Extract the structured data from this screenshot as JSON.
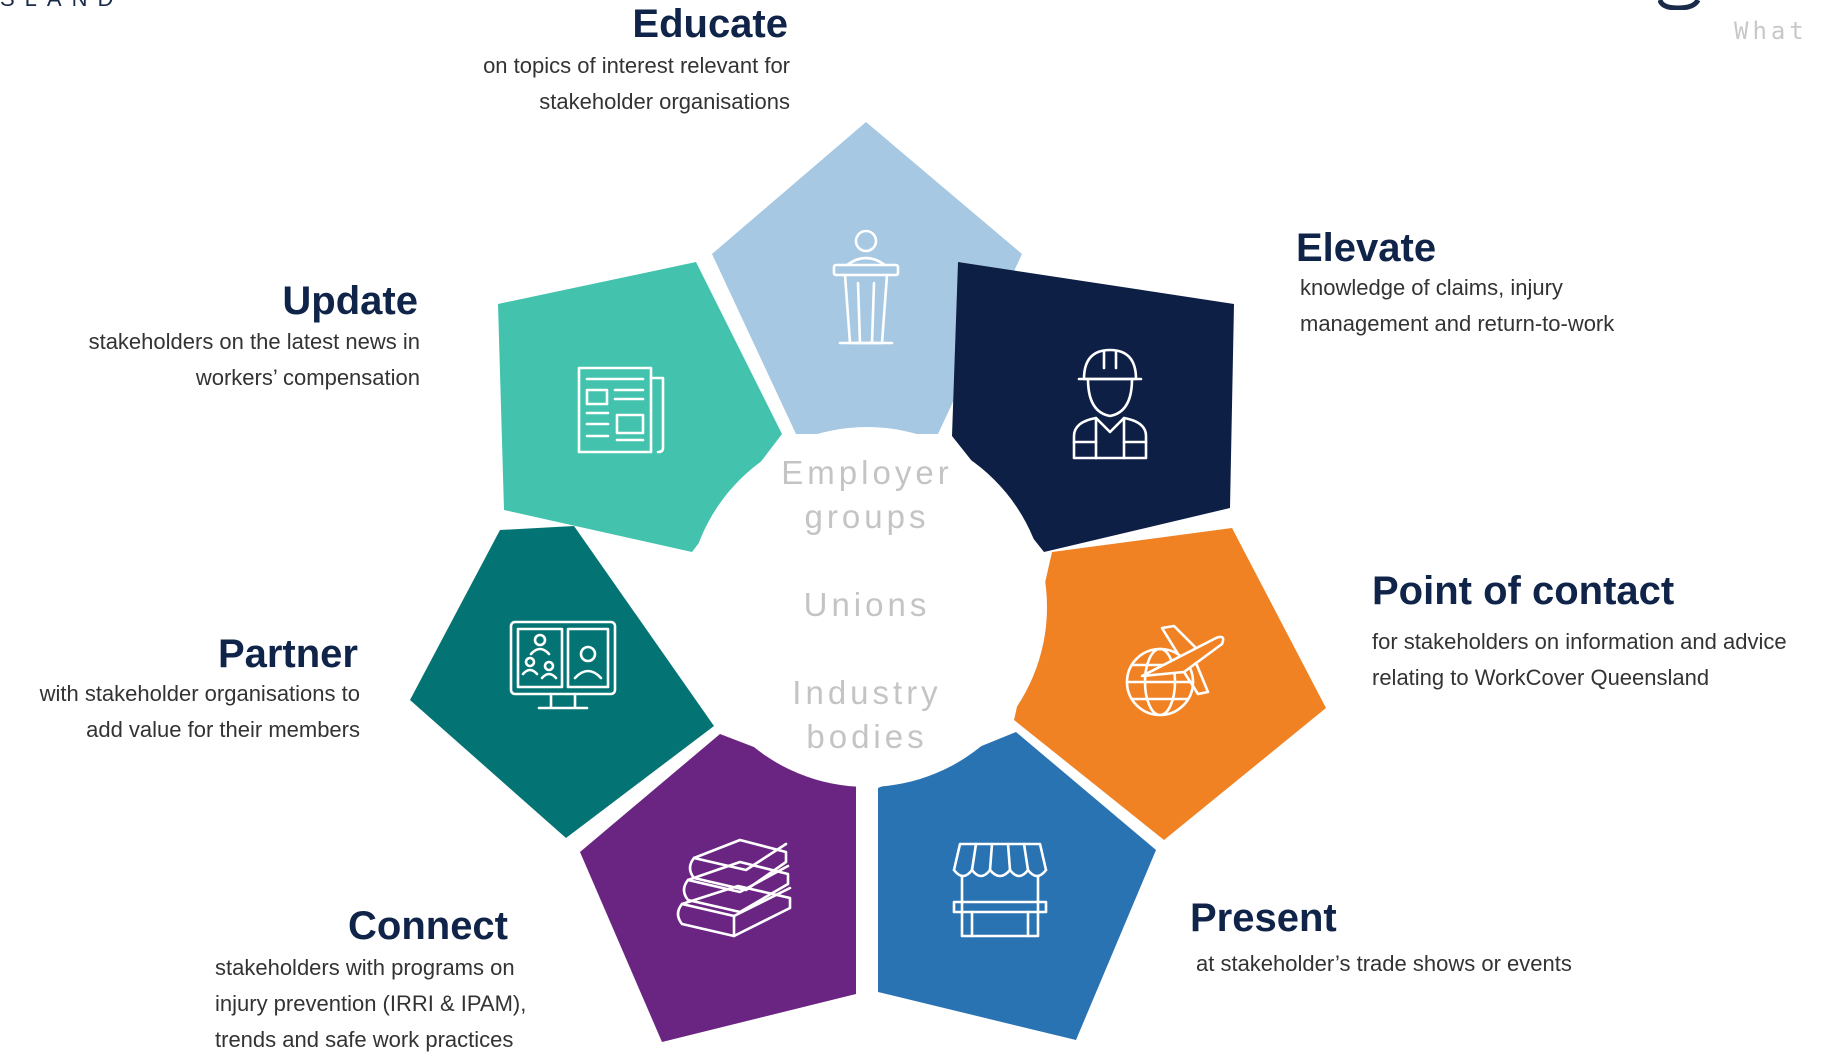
{
  "header": {
    "logo_fragment": "SLAND",
    "subtitle_fragment": "What w"
  },
  "center": {
    "groups": [
      "Employer groups",
      "Unions",
      "Industry bodies"
    ],
    "line1": "Employer",
    "line2": "groups",
    "line3": "Unions",
    "line4": "Industry",
    "line5": "bodies"
  },
  "segments": [
    {
      "id": "educate",
      "title": "Educate",
      "description": "on topics of interest relevant for stakeholder organisations",
      "color": "#a7c8e2",
      "icon": "podium-speaker-icon"
    },
    {
      "id": "elevate",
      "title": "Elevate",
      "description": "knowledge of claims, injury management and return-to-work",
      "color": "#0e1f45",
      "icon": "worker-hardhat-icon"
    },
    {
      "id": "point-of-contact",
      "title": "Point of contact",
      "description": "for stakeholders on information and advice relating to WorkCover Queensland",
      "color": "#f08224",
      "icon": "globe-airplane-icon"
    },
    {
      "id": "present",
      "title": "Present",
      "description": "at stakeholder’s trade shows or events",
      "color": "#2a73b2",
      "icon": "market-stall-icon"
    },
    {
      "id": "connect",
      "title": "Connect",
      "description": "stakeholders with programs on injury prevention (IRRI & IPAM), trends and safe work practices",
      "color": "#6a2582",
      "icon": "books-icon"
    },
    {
      "id": "partner",
      "title": "Partner",
      "description": "with stakeholder organisations to add value for their members",
      "color": "#047373",
      "icon": "video-call-icon"
    },
    {
      "id": "update",
      "title": "Update",
      "description": "stakeholders on the latest news in workers’ compensation",
      "color": "#43c3ae",
      "icon": "newspaper-icon"
    }
  ]
}
